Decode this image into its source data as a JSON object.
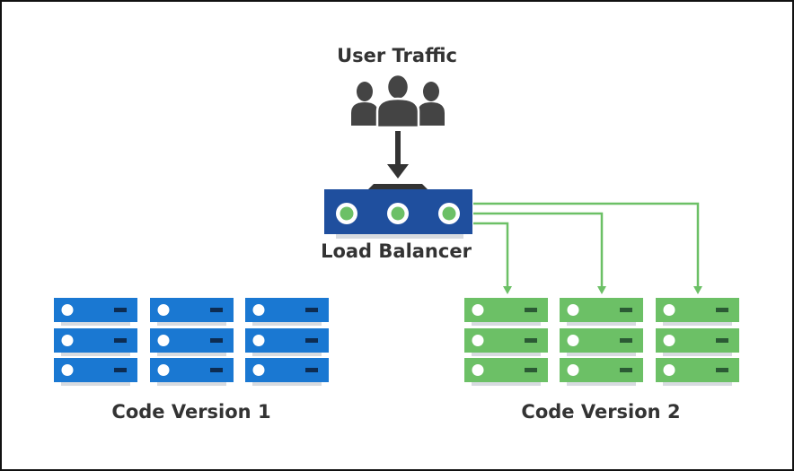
{
  "labels": {
    "user_traffic": "User Traffic",
    "load_balancer": "Load Balancer",
    "code_version_1": "Code Version 1",
    "code_version_2": "Code Version 2"
  },
  "colors": {
    "version1": "#1a78d2",
    "version2": "#6cc066",
    "load_balancer": "#1f4f9e",
    "arrow_green": "#6cc066",
    "arrow_dark": "#333333",
    "users": "#444444",
    "text": "#333333"
  },
  "icons": {
    "users": "users-group-icon",
    "load_balancer": "load-balancer-icon",
    "server": "server-rack-icon"
  },
  "server_groups": {
    "version1_count": 3,
    "version2_count": 3,
    "units_per_rack": 3
  }
}
